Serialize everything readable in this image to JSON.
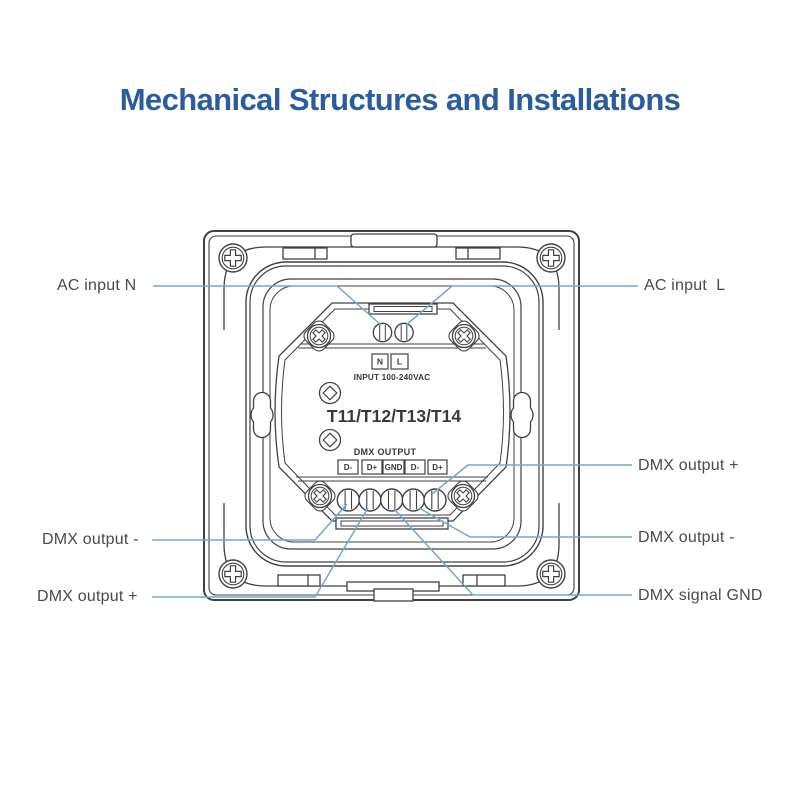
{
  "title": {
    "text": "Mechanical Structures and Installations",
    "color": "#2a5d9e"
  },
  "diagram": {
    "line_color": "#414143",
    "leader_line_color": "#74a6d4",
    "label_color": "#4a4a4c",
    "callouts": {
      "left": [
        {
          "id": "ac-input-n",
          "text": "AC input N"
        },
        {
          "id": "dmx-output-minus-left",
          "text": "DMX output -"
        },
        {
          "id": "dmx-output-plus-left",
          "text": "DMX output +"
        }
      ],
      "right": [
        {
          "id": "ac-input-l",
          "text": "AC input  L"
        },
        {
          "id": "dmx-output-plus-right",
          "text": "DMX output +"
        },
        {
          "id": "dmx-output-minus-right",
          "text": "DMX output -"
        },
        {
          "id": "dmx-signal-gnd",
          "text": "DMX signal GND"
        }
      ]
    },
    "device": {
      "model": "T11/T12/T13/T14",
      "input_rating": "INPUT 100-240VAC",
      "dmx_section": "DMX OUTPUT",
      "ac_terminals": [
        "N",
        "L"
      ],
      "dmx_terminals": [
        "D-",
        "D+",
        "GND",
        "D-",
        "D+"
      ]
    }
  }
}
